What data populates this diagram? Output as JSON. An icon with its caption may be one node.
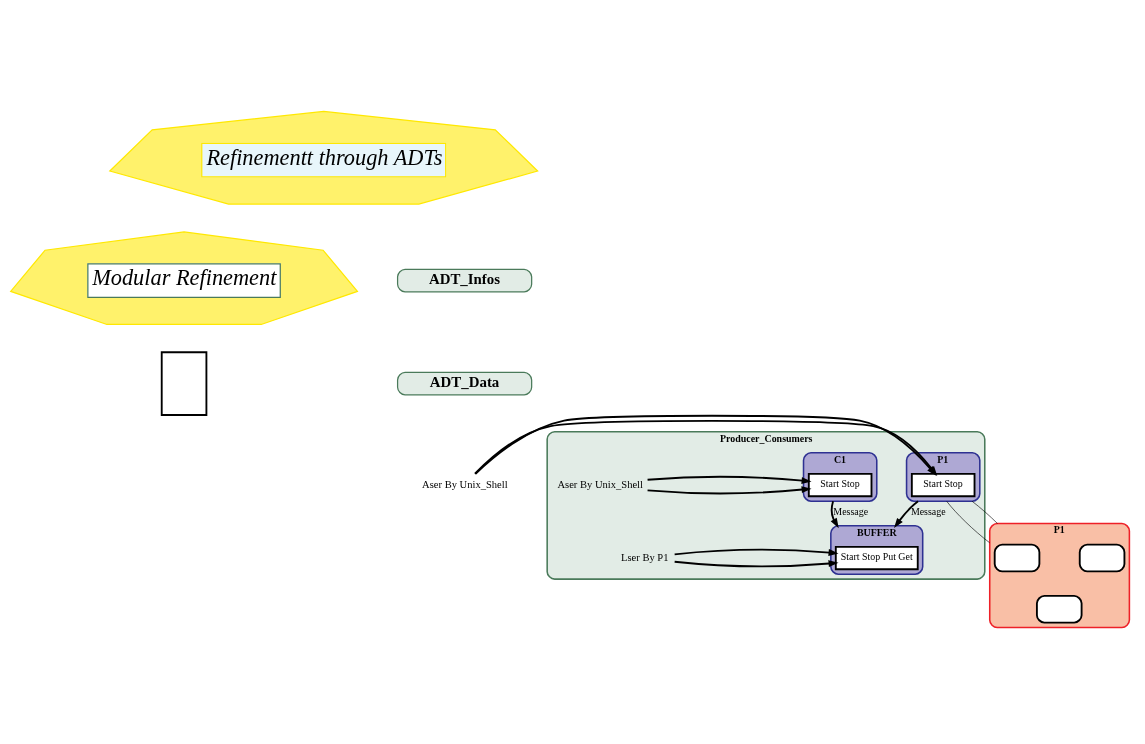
{
  "diagram": {
    "nodes": [
      {
        "text": [
          "Refinementt through ADTs"
        ]
      },
      {
        "text": [
          "Modular Refinement"
        ]
      },
      {
        "text": [
          "ADT_Infos"
        ]
      },
      {
        "text": [
          "ADT_Data"
        ]
      },
      {
        "text": [
          "Producer_Consumers"
        ]
      },
      {
        "text": [
          "P1"
        ],
        "in": 4
      },
      {
        "text": [
          "Start Stop"
        ],
        "in": 5
      },
      {
        "text": [
          "C1"
        ],
        "in": 4
      },
      {
        "text": [
          "Start Stop"
        ],
        "in": 7
      },
      {
        "text": [
          "BUFFER"
        ],
        "in": 4
      },
      {
        "text": [
          "Start Stop Put Get"
        ],
        "in": 9
      },
      {
        "text": [
          "Aser By Unix_Shell"
        ]
      },
      {
        "text": [
          "Aser By Unix_Shell"
        ],
        "in": 4
      },
      {
        "text": [
          "Lser By P1"
        ],
        "in": 4
      },
      {
        "text": [
          "P1"
        ]
      },
      {
        "text": [],
        "shape": "box"
      },
      {
        "text": [],
        "shape": "box",
        "in": 14
      },
      {
        "text": [],
        "shape": "box",
        "in": 14
      },
      {
        "text": [],
        "shape": "box",
        "in": 14
      }
    ],
    "edges": [
      {
        "from": 11,
        "to": 6,
        "arrow": "to"
      },
      {
        "from": 11,
        "to": 6,
        "arrow": "to"
      },
      {
        "from": 12,
        "to": 8,
        "arrow": "to"
      },
      {
        "from": 12,
        "to": 8,
        "arrow": "to"
      },
      {
        "from": 5,
        "to": 9,
        "arrow": "to",
        "label": "Message"
      },
      {
        "from": 7,
        "to": 9,
        "arrow": "to",
        "label": "Message"
      },
      {
        "from": 13,
        "to": 10,
        "arrow": "to"
      },
      {
        "from": 13,
        "to": 10,
        "arrow": "to"
      },
      {
        "from": 5,
        "to": 14,
        "arrow": "none"
      },
      {
        "from": 5,
        "to": 14,
        "arrow": "none"
      }
    ]
  }
}
